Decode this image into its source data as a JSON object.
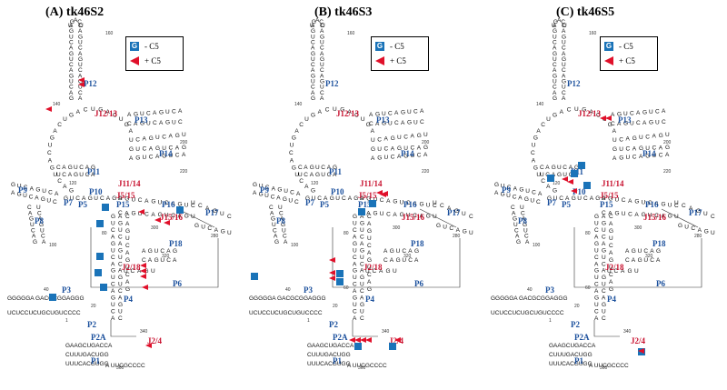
{
  "panels": [
    {
      "id": "A",
      "title": "(A) tk46S2",
      "legend": {
        "box_glyph": "G",
        "minus_label": "- C5",
        "plus_label": "+ C5"
      },
      "blue_labels": [
        "P12",
        "P13",
        "P14",
        "P11",
        "P10",
        "P9",
        "P7",
        "P8",
        "P5",
        "P15",
        "P16",
        "P17",
        "P18",
        "P6",
        "P3",
        "P4",
        "P2",
        "P2A",
        "P1"
      ],
      "red_labels": [
        "J12/13",
        "J11/14",
        "J5/15",
        "J15/16",
        "J2/18",
        "J2/4"
      ],
      "numbers": [
        "160",
        "140",
        "200",
        "220",
        "120",
        "100",
        "280",
        "300",
        "320",
        "60",
        "80",
        "40",
        "20",
        "1",
        "340",
        "360"
      ],
      "stem_text": [
        "GGGGGA GACGCGGAGGG",
        "UCUCCUCUGCUGUCCCC",
        "GAAGCUGACCA",
        "CUUUGACUGG",
        "UUUCACGUGG",
        "A UUCGCCCC"
      ]
    },
    {
      "id": "B",
      "title": "(B) tk46S3",
      "legend": {
        "box_glyph": "G",
        "minus_label": "- C5",
        "plus_label": "+ C5"
      },
      "blue_labels": [
        "P12",
        "P13",
        "P14",
        "P11",
        "P10",
        "P9",
        "P7",
        "P8",
        "P5",
        "P15",
        "P16",
        "P17",
        "P18",
        "P6",
        "P3",
        "P4",
        "P2",
        "P2A",
        "P1"
      ],
      "red_labels": [
        "J12/13",
        "J11/14",
        "J5/15",
        "J15/16",
        "J2/18",
        "J2/4"
      ],
      "numbers": [
        "160",
        "140",
        "200",
        "220",
        "120",
        "100",
        "280",
        "300",
        "320",
        "60",
        "80",
        "40",
        "20",
        "1",
        "340",
        "360"
      ],
      "stem_text": [
        "GGGGGA GACGCGGAGGG",
        "UCUCCUCUGCUGUCCCC",
        "GAAGCUGACCA",
        "CUUUGACUGG",
        "UUUCACGUGG",
        "A UUCGCCCC"
      ]
    },
    {
      "id": "C",
      "title": "(C) tk46S5",
      "legend": {
        "box_glyph": "G",
        "minus_label": "- C5",
        "plus_label": "+ C5"
      },
      "blue_labels": [
        "P12",
        "P13",
        "P14",
        "P11",
        "P10",
        "P9",
        "P7",
        "P8",
        "P5",
        "P15",
        "P16",
        "P17",
        "P18",
        "P6",
        "P3",
        "P4",
        "P2",
        "P2A",
        "P1"
      ],
      "red_labels": [
        "J12/13",
        "J11/14",
        "J5/15",
        "J15/16",
        "J2/18",
        "J2/4"
      ],
      "numbers": [
        "160",
        "140",
        "200",
        "220",
        "120",
        "100",
        "280",
        "300",
        "320",
        "60",
        "80",
        "40",
        "20",
        "1",
        "340",
        "360"
      ],
      "stem_text": [
        "GGGGGA GACGCGGAGGG",
        "UCUCCUCUGCUGUCCCC",
        "GAAGCUGACCA",
        "CUUUGACUGG",
        "UUUCACGUGG",
        "A UUCGCCCC"
      ]
    }
  ],
  "colors": {
    "blue_box": "#1a73b8",
    "red_marker": "#e0102a",
    "blue_label": "#1a4f9c",
    "red_label": "#c8102e"
  }
}
